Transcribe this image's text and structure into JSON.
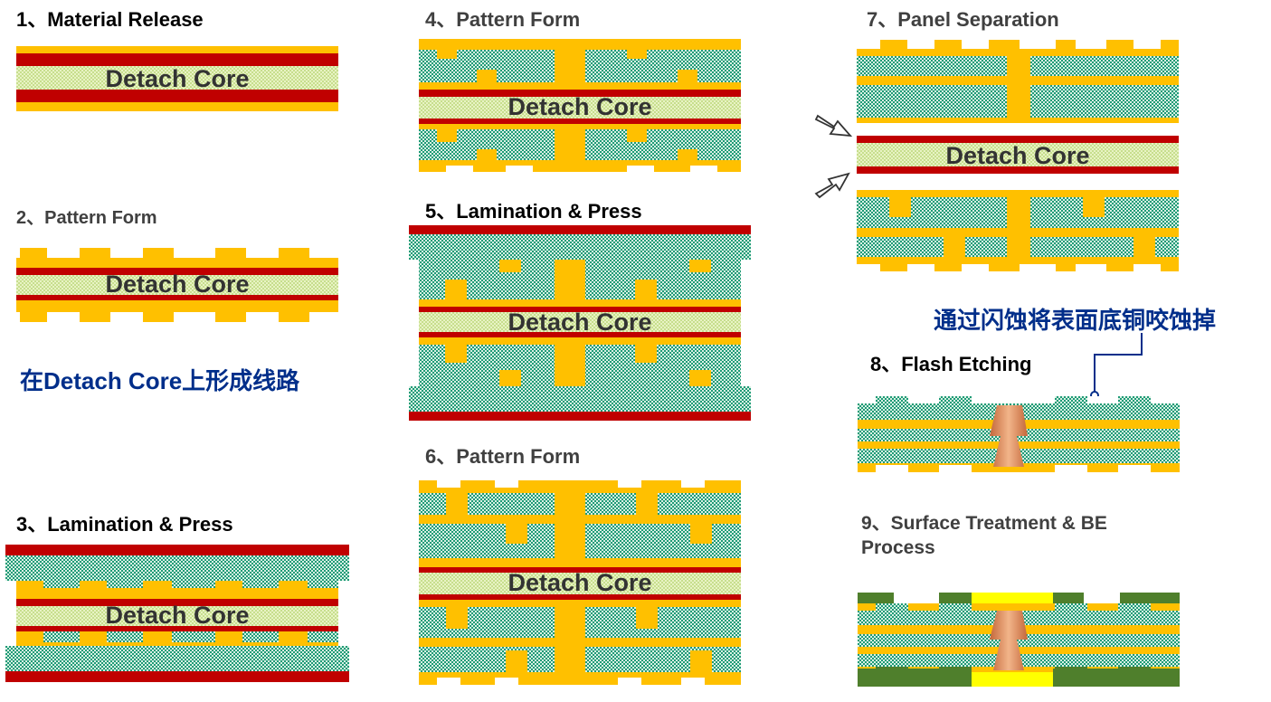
{
  "steps": [
    {
      "label": "1、Material Release"
    },
    {
      "label": "2、Pattern Form"
    },
    {
      "label": "3、Lamination & Press"
    },
    {
      "label": "4、Pattern Form"
    },
    {
      "label": "5、Lamination & Press"
    },
    {
      "label": "6、Pattern Form"
    },
    {
      "label": "7、Panel Separation"
    },
    {
      "label": "8、Flash Etching"
    },
    {
      "label": "9、Surface Treatment & BE",
      "label_line2": "Process"
    }
  ],
  "core_label": "Detach Core",
  "notes": {
    "circuit_on_core": "在Detach Core上形成线路",
    "flash_etch": "通过闪蚀将表面底铜咬蚀掉"
  },
  "colors": {
    "copper": "#ffc000",
    "carrier": "#c00000",
    "core": "#d9ebb0",
    "prepreg_green": "#2aa080",
    "via_plug": "#e0915a",
    "solder_mask": "#4f7f2c",
    "surface_finish": "#ffff00",
    "note_text": "#002e8a"
  }
}
